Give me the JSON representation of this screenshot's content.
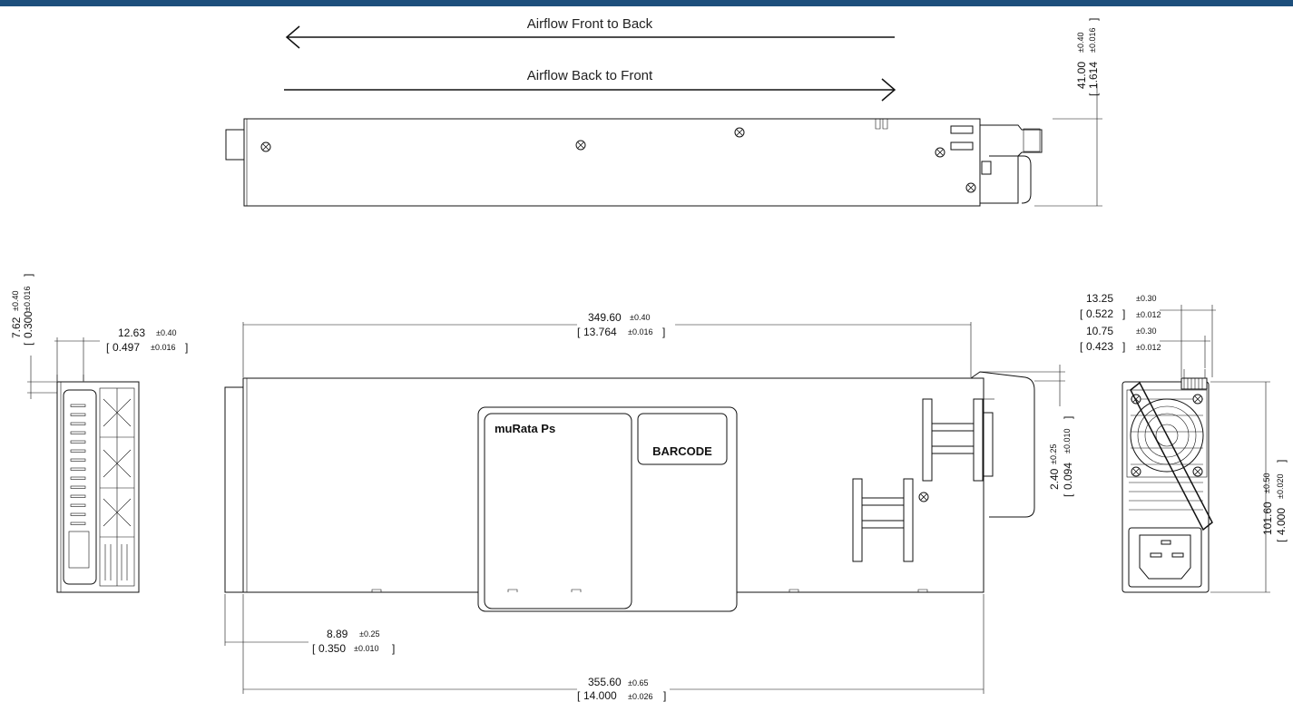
{
  "colors": {
    "header_bar": "#1d4f7c",
    "line": "#111111"
  },
  "airflow": {
    "front_to_back": "Airflow Front to Back",
    "back_to_front": "Airflow Back to Front"
  },
  "label": {
    "brand": "muRata Ps",
    "barcode": "BARCODE"
  },
  "dims": {
    "height": {
      "mm": "41.00",
      "mm_tol": "±0.40",
      "in": "1.614",
      "in_tol": "±0.016"
    },
    "tab": {
      "mm": "7.62",
      "mm_tol": "±0.40",
      "in": "0.300",
      "in_tol": "±0.016"
    },
    "ejector": {
      "mm": "12.63",
      "mm_tol": "±0.40",
      "in": "0.497",
      "in_tol": "±0.016"
    },
    "body_len": {
      "mm": "349.60",
      "mm_tol": "±0.40",
      "in": "13.764",
      "in_tol": "±0.016"
    },
    "handle_offset": {
      "mm": "8.89",
      "mm_tol": "±0.25",
      "in": "0.350",
      "in_tol": "±0.010"
    },
    "total_len": {
      "mm": "355.60",
      "mm_tol": "±0.65",
      "in": "14.000",
      "in_tol": "±0.026"
    },
    "connector_gap": {
      "mm": "2.40",
      "mm_tol": "±0.25",
      "in": "0.094",
      "in_tol": "±0.010"
    },
    "latch_outer": {
      "mm": "13.25",
      "mm_tol": "±0.30",
      "in": "0.522",
      "in_tol": "±0.012"
    },
    "latch_inner": {
      "mm": "10.75",
      "mm_tol": "±0.30",
      "in": "0.423",
      "in_tol": "±0.012"
    },
    "width": {
      "mm": "101.60",
      "mm_tol": "±0.50",
      "in": "4.000",
      "in_tol": "±0.020"
    }
  }
}
